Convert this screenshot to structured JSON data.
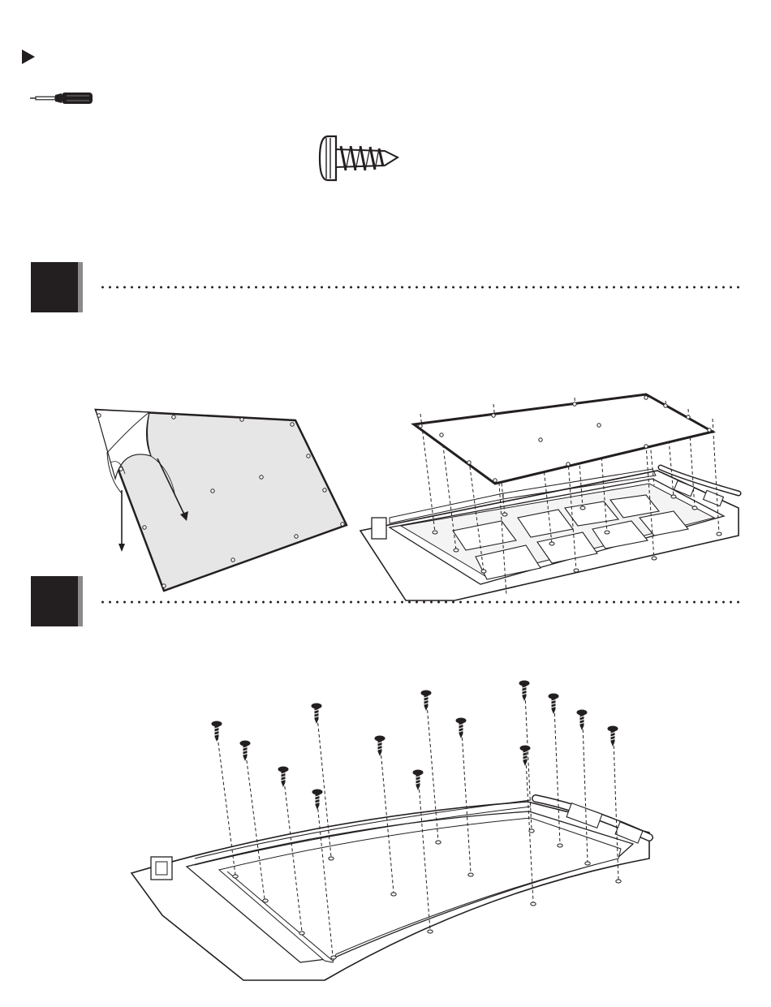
{
  "page": {
    "background": "#ffffff",
    "ink_color": "#231f20",
    "panel_fill": "#e6e6e6",
    "step_box_shadow": "#8a8a8a"
  },
  "icons": {
    "section_marker": "play-triangle-icon",
    "tool": "phillips-screwdriver-icon",
    "hardware": "pan-head-screw-icon"
  },
  "steps": [
    {
      "step_id": "step-1",
      "illustration": "peel-film-and-place-panel"
    },
    {
      "step_id": "step-2",
      "illustration": "fasten-screws-into-frame"
    }
  ]
}
